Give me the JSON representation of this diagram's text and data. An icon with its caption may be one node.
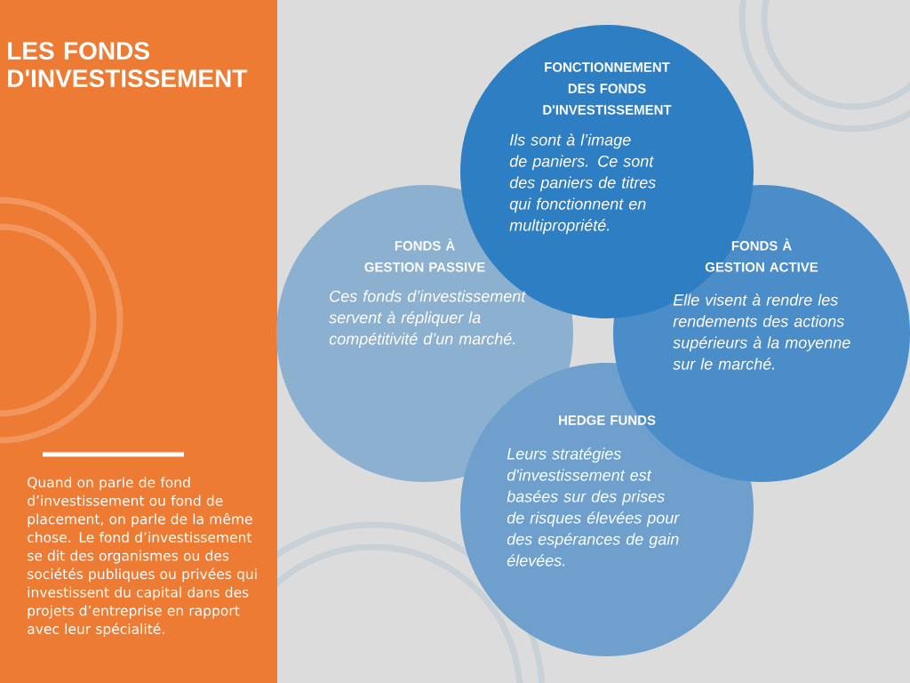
{
  "diagram": {
    "title": "LES FONDS D'INVESTISSEMENT",
    "nodes": [
      {
        "text": [
          "FONCTIONNEMENT DES FONDS D'INVESTISSEMENT",
          "Ils sont à l’image de paniers. Ce sont des paniers de titres qui fonctionnent en multipropriété."
        ]
      },
      {
        "text": [
          "FONDS À GESTION PASSIVE",
          "Ces fonds d’investissement servent à répliquer la compétitivité d’un marché."
        ]
      },
      {
        "text": [
          "FONDS À GESTION ACTIVE",
          "Elle visent à rendre les rendements des actions supérieurs à la moyenne sur le marché."
        ]
      },
      {
        "text": [
          "HEDGE FUNDS",
          "Leurs stratégies d'investissement est basées sur des prises de risques élevées pour des espérances de gain élevées."
        ]
      }
    ],
    "labels": [
      "Quand on parle de fond d’investissement ou fond de placement, on parle de la même chose. Le fond d’investissement se dit des organismes ou des sociétés publiques ou privées qui investissent du capital dans des projets d’entreprise en rapport avec leur spécialité."
    ]
  }
}
